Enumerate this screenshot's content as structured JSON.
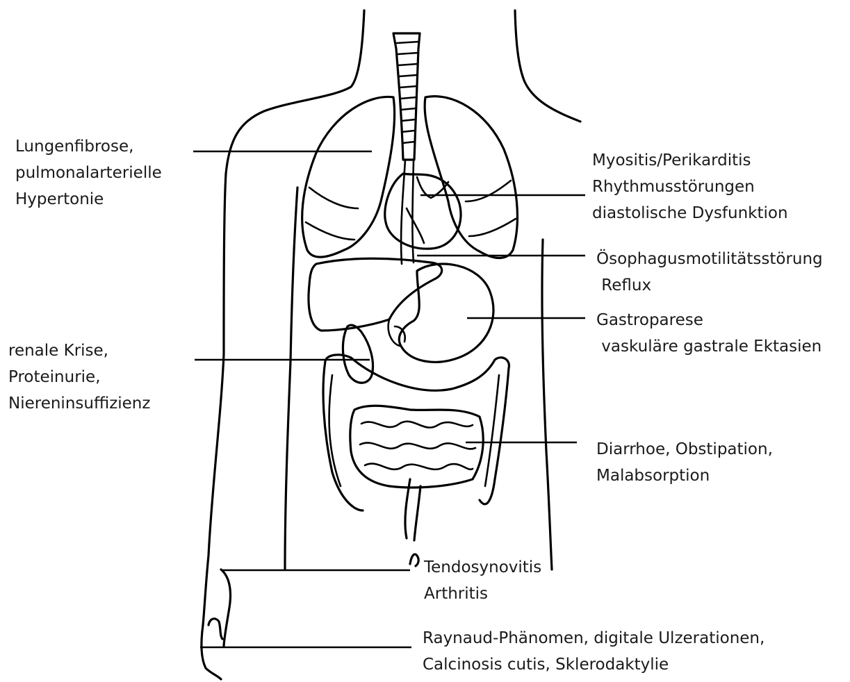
{
  "labels": {
    "lung": [
      "Lungenfibrose,",
      "pulmonalarterielle",
      "Hypertonie"
    ],
    "heart": [
      "Myositis/Perikarditis",
      "Rhythmusstörungen",
      "diastolische Dysfunktion"
    ],
    "esophagus": [
      "Ösophagusmotilitätsstörung",
      " Reflux"
    ],
    "stomach": [
      "Gastroparese",
      " vaskuläre gastrale Ektasien"
    ],
    "kidney": [
      "renale Krise,",
      "Proteinurie,",
      "Niereninsuffizienz"
    ],
    "intestine": [
      "Diarrhoe, Obstipation,",
      "Malabsorption"
    ],
    "joints": [
      "Tendosynovitis",
      "Arthritis"
    ],
    "skin": [
      "Raynaud-Phänomen, digitale Ulzerationen,",
      "Calcinosis cutis, Sklerodaktylie"
    ]
  },
  "colors": {
    "line": "#000000",
    "text": "#1a1a1a",
    "background": "#ffffff"
  }
}
